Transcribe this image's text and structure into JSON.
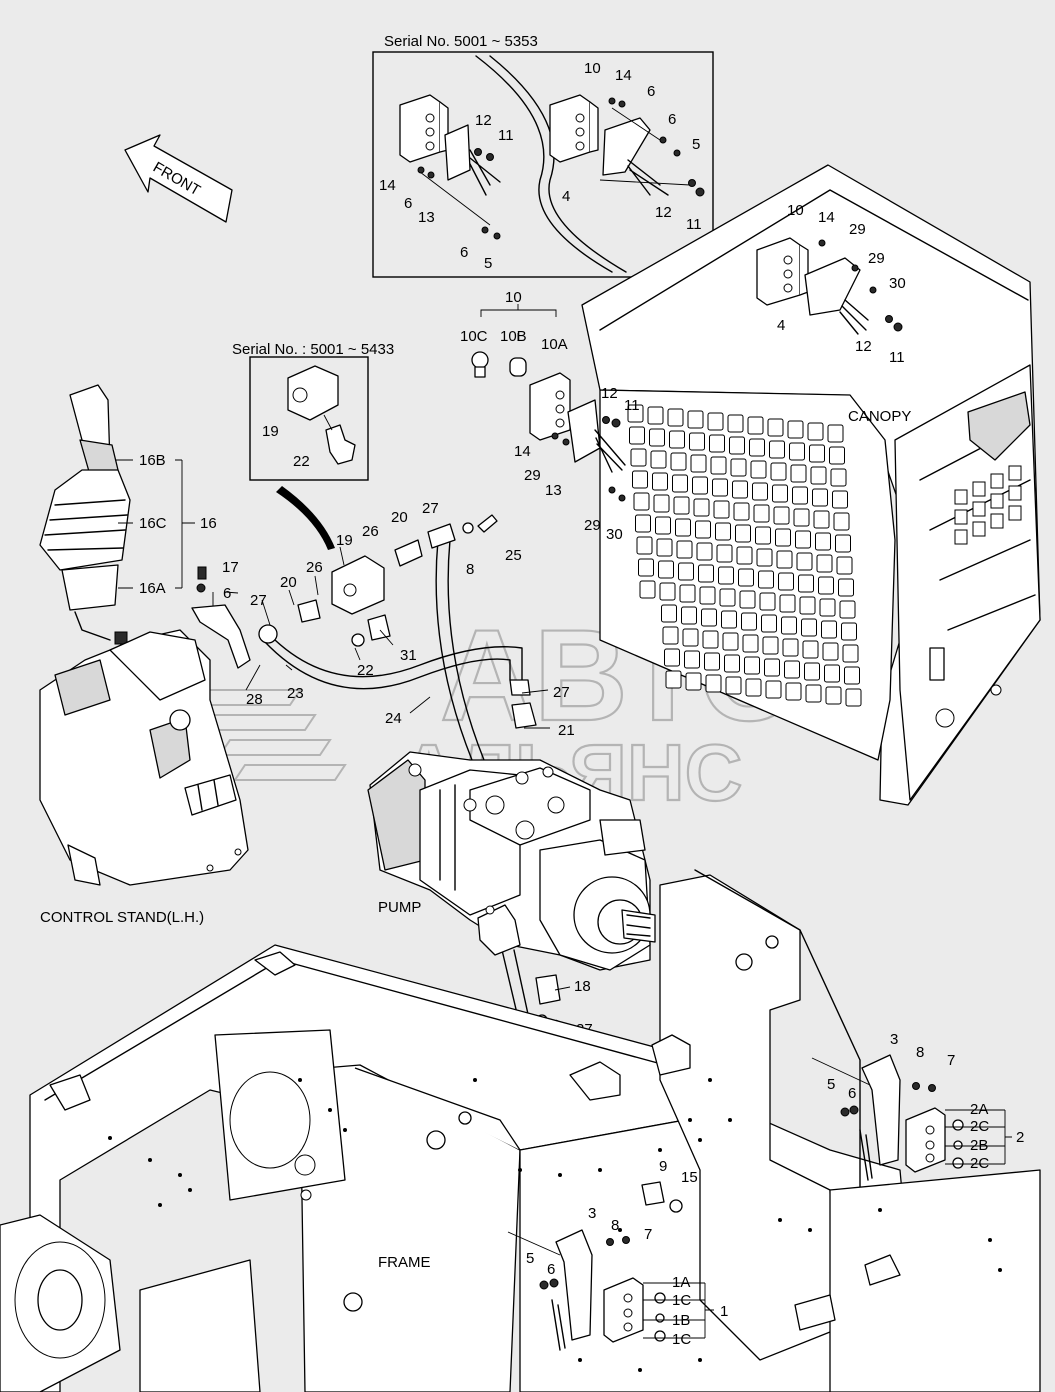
{
  "captions": {
    "serial_top": "Serial No. 5001 ~ 5353",
    "serial_left": "Serial No. : 5001 ~ 5433",
    "front": "FRONT",
    "canopy": "CANOPY",
    "control_stand": "CONTROL STAND(L.H.)",
    "pump": "PUMP",
    "frame": "FRAME"
  },
  "watermark": {
    "line1": "АВТО",
    "line2": "АЛЬЯНС"
  },
  "callouts": {
    "detail_top": [
      "10",
      "14",
      "6",
      "6",
      "5",
      "12",
      "11",
      "14",
      "6",
      "13",
      "4",
      "12",
      "11",
      "6",
      "5"
    ],
    "canopy_light": [
      "10",
      "14",
      "29",
      "29",
      "30",
      "4",
      "12",
      "11"
    ],
    "lamp_group": [
      "10",
      "10C",
      "10B",
      "10A",
      "12",
      "11",
      "14",
      "29",
      "13",
      "29",
      "30"
    ],
    "detail_left": [
      "19",
      "22"
    ],
    "joystick": [
      "16B",
      "16C",
      "16",
      "16A"
    ],
    "hoses": [
      "17",
      "6",
      "27",
      "20",
      "26",
      "19",
      "26",
      "20",
      "27",
      "8",
      "25",
      "28",
      "23",
      "22",
      "31",
      "24",
      "27",
      "21",
      "18",
      "27"
    ],
    "right_lamp": [
      "3",
      "8",
      "7",
      "5",
      "6",
      "2A",
      "2C",
      "2",
      "2B",
      "2C"
    ],
    "bottom_lamp": [
      "9",
      "15",
      "3",
      "8",
      "7",
      "5",
      "6",
      "1A",
      "1C",
      "1",
      "1B",
      "1C"
    ]
  }
}
